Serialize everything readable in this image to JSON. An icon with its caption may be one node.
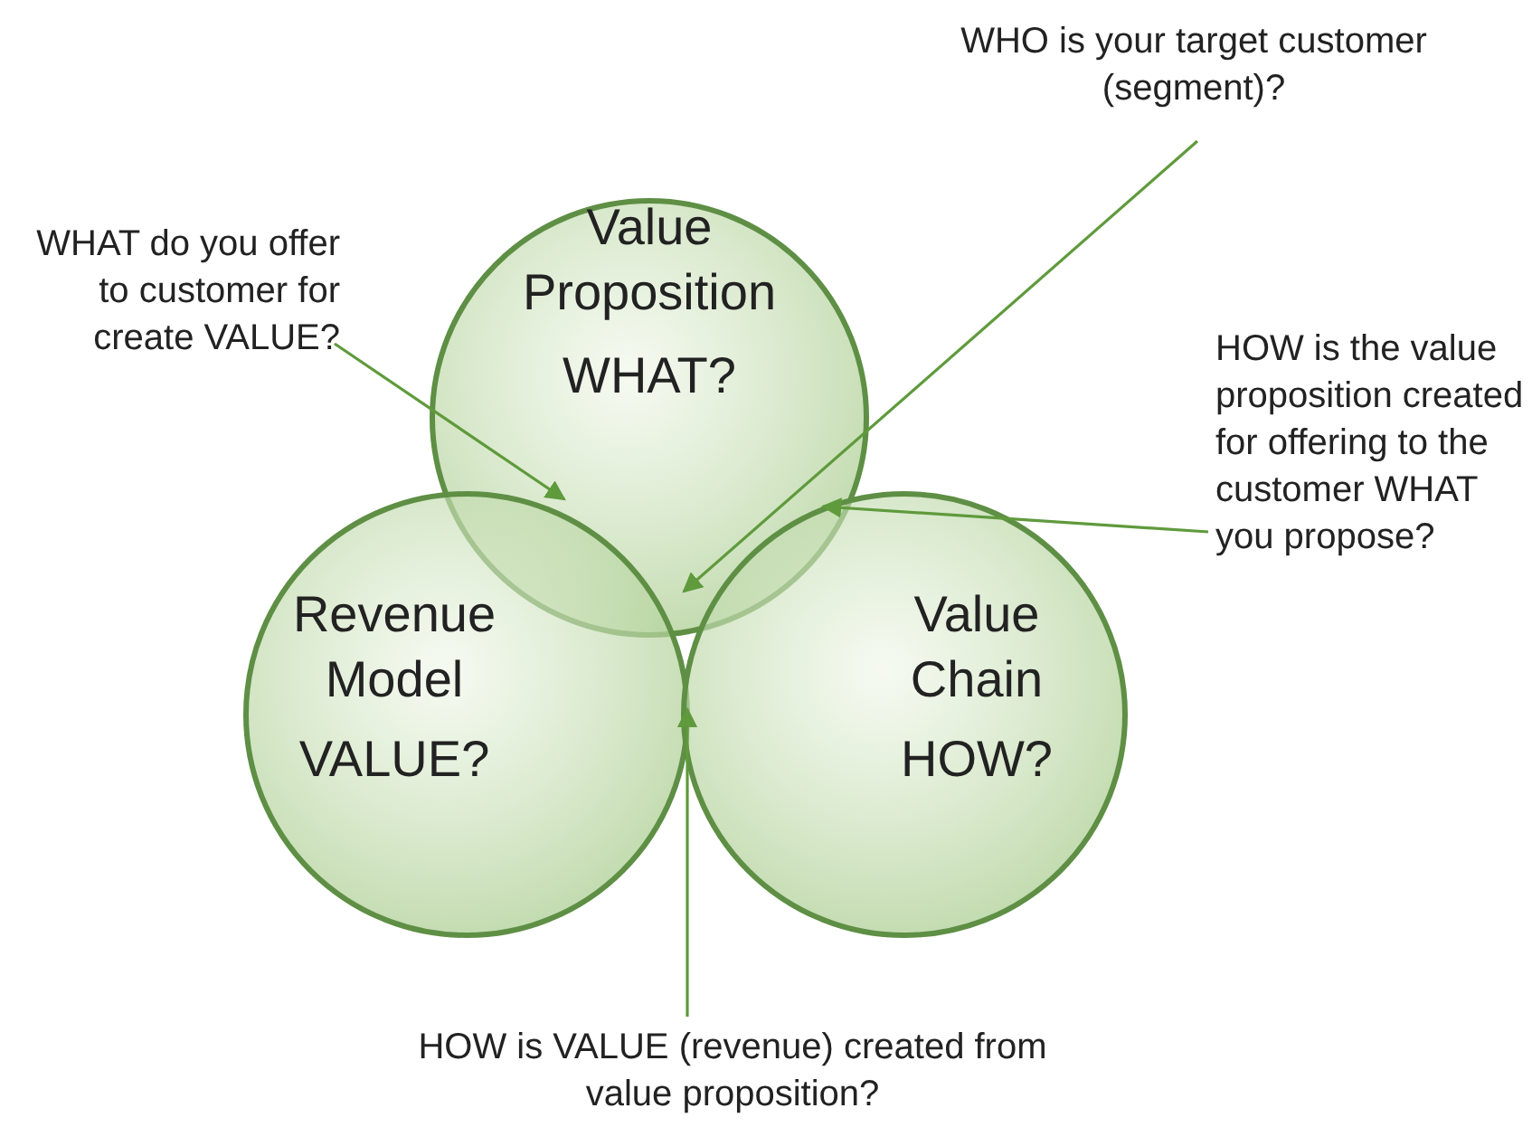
{
  "diagram": {
    "nodes": [
      {
        "text": [
          "Value Proposition",
          "WHAT?"
        ]
      },
      {
        "text": [
          "Revenue Model",
          "VALUE?"
        ]
      },
      {
        "text": [
          "Value Chain",
          "HOW?"
        ]
      },
      {
        "text": [
          "WHAT do you offer to customer for create VALUE?"
        ]
      },
      {
        "text": [
          "WHO is your target customer (segment)?"
        ]
      },
      {
        "text": [
          "HOW is the value proposition created for offering to the customer WHAT you propose?"
        ]
      },
      {
        "text": [
          "HOW is VALUE (revenue) created from value proposition?"
        ]
      }
    ],
    "edges": [
      {
        "from": 3,
        "to": 0,
        "arrow": "to"
      },
      {
        "from": 4,
        "to": 0,
        "arrow": "to"
      },
      {
        "from": 5,
        "to": 0,
        "arrow": "to"
      },
      {
        "from": 6,
        "to": 1,
        "arrow": "to"
      }
    ]
  }
}
